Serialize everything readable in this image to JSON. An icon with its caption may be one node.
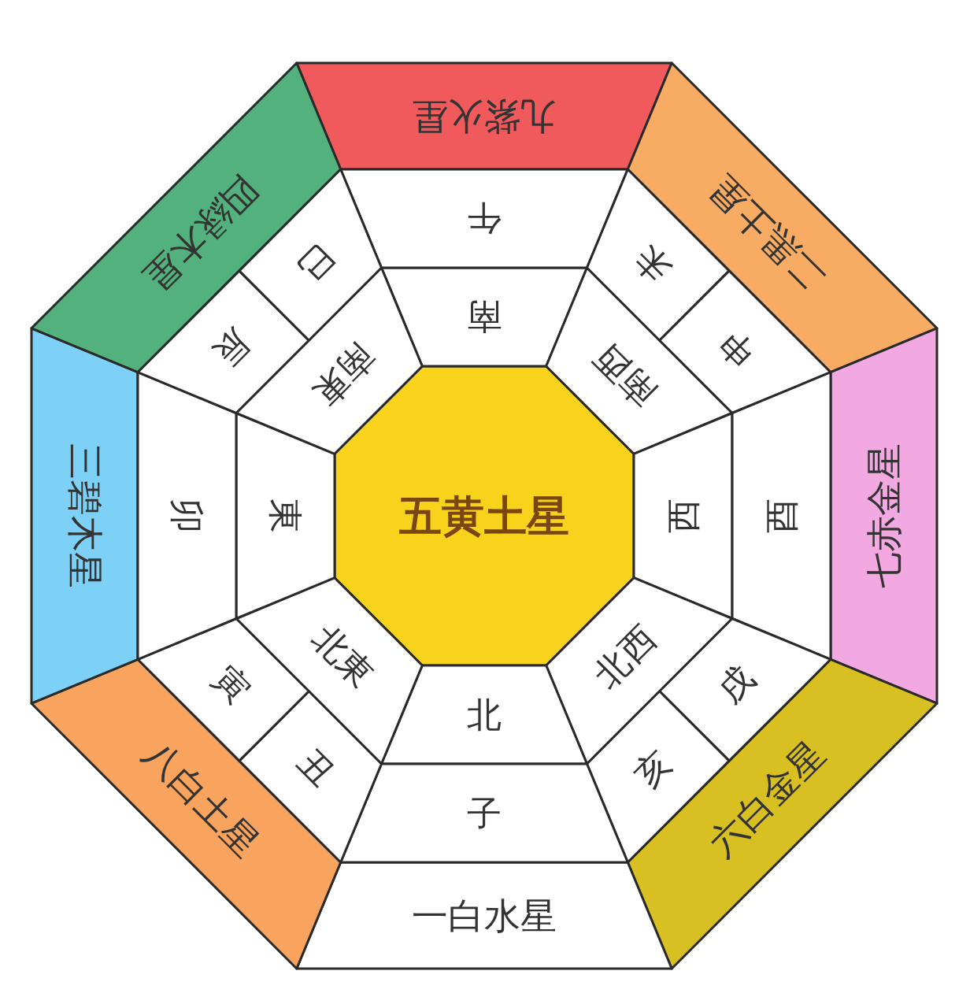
{
  "diagram": {
    "nodes": [
      {
        "text": [
          "五黄土星"
        ]
      },
      {
        "text": [
          "九紫火星"
        ]
      },
      {
        "text": [
          "南"
        ]
      },
      {
        "text": [
          "午"
        ]
      },
      {
        "text": [
          "二黒土星"
        ]
      },
      {
        "text": [
          "南西"
        ]
      },
      {
        "text": [
          "未"
        ]
      },
      {
        "text": [
          "申"
        ]
      },
      {
        "text": [
          "七赤金星"
        ]
      },
      {
        "text": [
          "西"
        ]
      },
      {
        "text": [
          "酉"
        ]
      },
      {
        "text": [
          "六白金星"
        ]
      },
      {
        "text": [
          "北西"
        ]
      },
      {
        "text": [
          "戌"
        ]
      },
      {
        "text": [
          "亥"
        ]
      },
      {
        "text": [
          "一白水星"
        ]
      },
      {
        "text": [
          "北"
        ]
      },
      {
        "text": [
          "子"
        ]
      },
      {
        "text": [
          "八白土星"
        ]
      },
      {
        "text": [
          "北東"
        ]
      },
      {
        "text": [
          "丑"
        ]
      },
      {
        "text": [
          "寅"
        ]
      },
      {
        "text": [
          "三碧木星"
        ]
      },
      {
        "text": [
          "東"
        ]
      },
      {
        "text": [
          "卯"
        ]
      },
      {
        "text": [
          "四緑木星"
        ]
      },
      {
        "text": [
          "南東"
        ]
      },
      {
        "text": [
          "辰"
        ]
      },
      {
        "text": [
          "巳"
        ]
      }
    ]
  }
}
